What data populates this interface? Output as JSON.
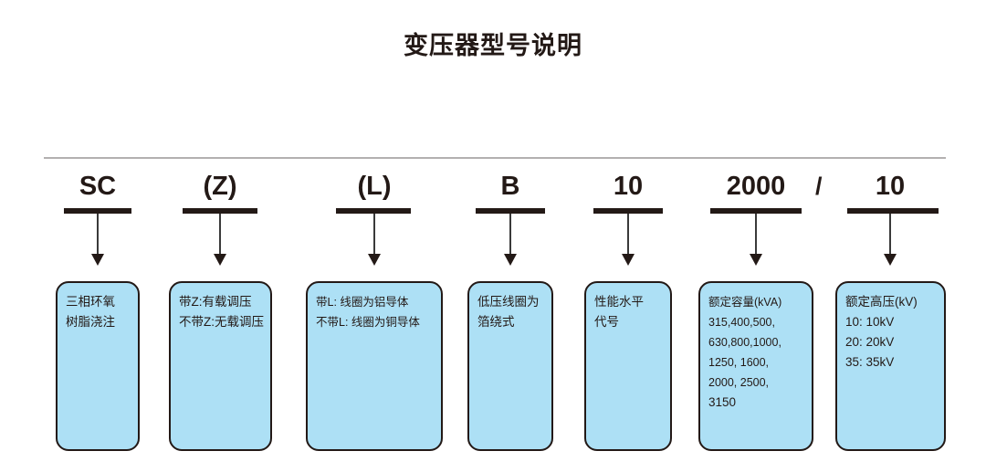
{
  "title": "变压器型号说明",
  "colors": {
    "box_fill": "#ade0f5",
    "box_border": "#231916",
    "text": "#231916",
    "rule": "#b3b0b0",
    "arrow": "#3a3a3a"
  },
  "separator": "/",
  "segments": [
    {
      "code": "SC",
      "lines": [
        "三相环氧",
        "树脂浇注"
      ]
    },
    {
      "code": "(Z)",
      "lines": [
        "带Z:有载调压",
        "不带Z:无载调压"
      ]
    },
    {
      "code": "(L)",
      "lines": [
        "带L: 线圈为铝导体",
        "不带L: 线圈为铜导体"
      ]
    },
    {
      "code": "B",
      "lines": [
        "低压线圈为",
        "箔绕式"
      ]
    },
    {
      "code": "10",
      "lines": [
        "性能水平",
        "代号"
      ]
    },
    {
      "code": "2000",
      "lines": [
        "额定容量(kVA)",
        "315,400,500,",
        "630,800,1000,",
        "1250, 1600,",
        "2000, 2500,",
        "3150"
      ]
    },
    {
      "code": "10",
      "lines": [
        "额定高压(kV)",
        "10: 10kV",
        "20: 20kV",
        "35: 35kV"
      ]
    }
  ]
}
